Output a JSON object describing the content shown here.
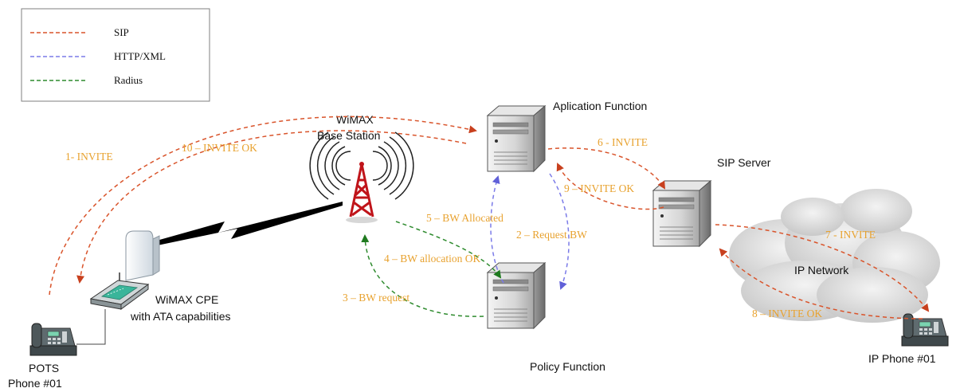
{
  "legend": {
    "items": [
      {
        "label": "SIP",
        "color": "#D9542B"
      },
      {
        "label": "HTTP/XML",
        "color": "#7B7BE8"
      },
      {
        "label": "Radius",
        "color": "#2E8B2E"
      }
    ]
  },
  "nodes": {
    "application_function": "Aplication Function",
    "base_station_line1": "WiMAX",
    "base_station_line2": "Base Station",
    "sip_server": "SIP Server",
    "ip_network": "IP Network",
    "policy_function": "Policy Function",
    "cpe_line1": "WiMAX  CPE",
    "cpe_line2": "with ATA capabilities",
    "pots_line1": "POTS",
    "pots_line2": "Phone #01",
    "ip_phone": "IP Phone #01"
  },
  "messages": {
    "m1": "1- INVITE",
    "m2": "2 – Request BW",
    "m3": "3 – BW request",
    "m4": "4 – BW allocation OK",
    "m5": "5 – BW Allocated",
    "m6": "6 - INVITE",
    "m7": "7 - INVITE",
    "m8": "8 – INVITE OK",
    "m9": "9 – INVITE OK",
    "m10": "10 – INVITE OK"
  },
  "colors": {
    "sip": "#D9542B",
    "http_xml": "#7B7BE8",
    "radius": "#2E8B2E",
    "message_label": "#E8A22F"
  }
}
